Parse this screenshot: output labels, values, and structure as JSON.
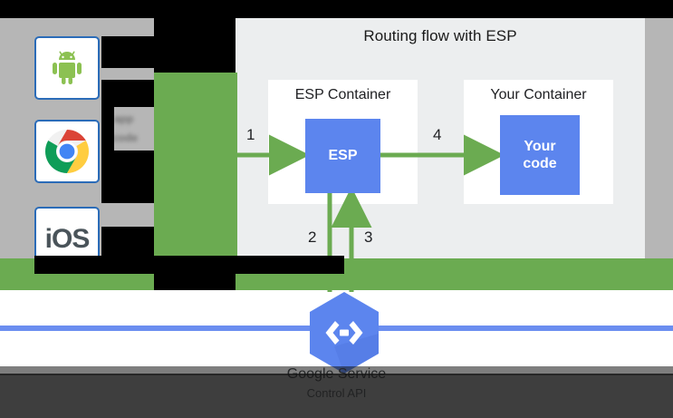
{
  "diagram": {
    "title": "Routing flow with ESP",
    "type": "architecture-flow",
    "containers": [
      {
        "label": "ESP Container",
        "box_label": "ESP"
      },
      {
        "label": "Your Container",
        "box_label": "Your\ncode"
      }
    ],
    "esp_box_label": "ESP",
    "your_code_line1": "Your",
    "your_code_line2": "code",
    "steps": [
      {
        "number": "1",
        "description": "client request into ESP"
      },
      {
        "number": "2",
        "description": "ESP out to Service Control"
      },
      {
        "number": "3",
        "description": "Service Control back to ESP"
      },
      {
        "number": "4",
        "description": "ESP forwards to your code"
      }
    ],
    "step_numbers": [
      "1",
      "2",
      "3",
      "4"
    ],
    "clients": [
      {
        "name": "android-icon",
        "label": "Android"
      },
      {
        "name": "chrome-icon",
        "label": "Chrome"
      },
      {
        "name": "ios-icon",
        "label": "iOS"
      }
    ],
    "ios_text": "iOS",
    "obscured_text_1": "app",
    "obscured_text_2": "code",
    "endpoint_service": {
      "icon": "cloud-endpoints-hexagon-icon",
      "glyph": "‹–›",
      "label": "Google Service",
      "sublabel": "Control API"
    },
    "colors": {
      "green": "#6bab51",
      "blue_box": "#5c85ee",
      "panel_bg": "#eceeef",
      "gray_bg": "#b6b6b6",
      "endpoints_blue": "#6b8ef0",
      "card_border": "#2b6cb8"
    }
  }
}
